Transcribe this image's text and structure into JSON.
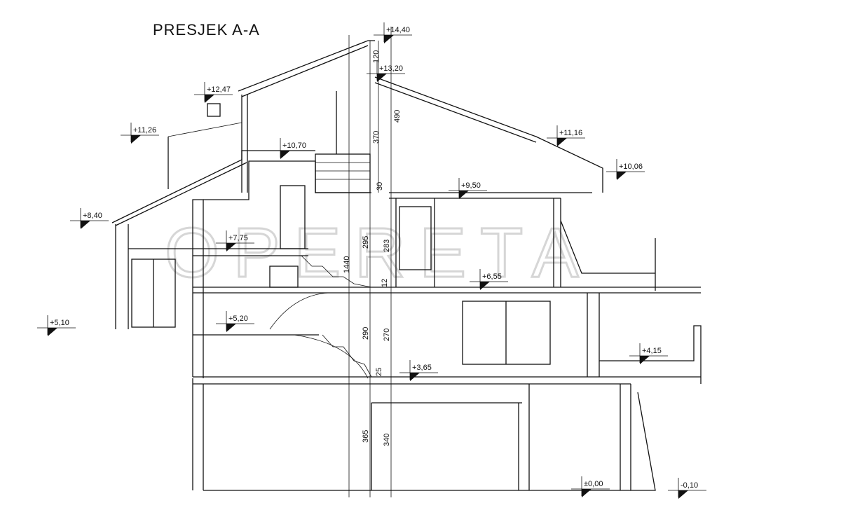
{
  "title": "PRESJEK A-A",
  "watermark": "OPERETA",
  "levels": {
    "l1440": "+14,40",
    "l1320": "+13,20",
    "l1247": "+12,47",
    "l1126": "+11,26",
    "l1116": "+11,16",
    "l1070": "+10,70",
    "l1006": "+10,06",
    "l950": "+9,50",
    "l840": "+8,40",
    "l775": "+7,75",
    "l655": "+6,55",
    "l520": "+5,20",
    "l510": "+5,10",
    "l415": "+4,15",
    "l365": "+3,65",
    "l000": "±0,00",
    "lm010": "-0,10"
  },
  "dims": {
    "d120": "120",
    "d490": "490",
    "d370": "370",
    "d30": "30",
    "d295": "295",
    "d283": "283",
    "d1440": "1440",
    "d12": "12",
    "d290": "290",
    "d270": "270",
    "d25": "25",
    "d365": "365",
    "d340": "340"
  }
}
